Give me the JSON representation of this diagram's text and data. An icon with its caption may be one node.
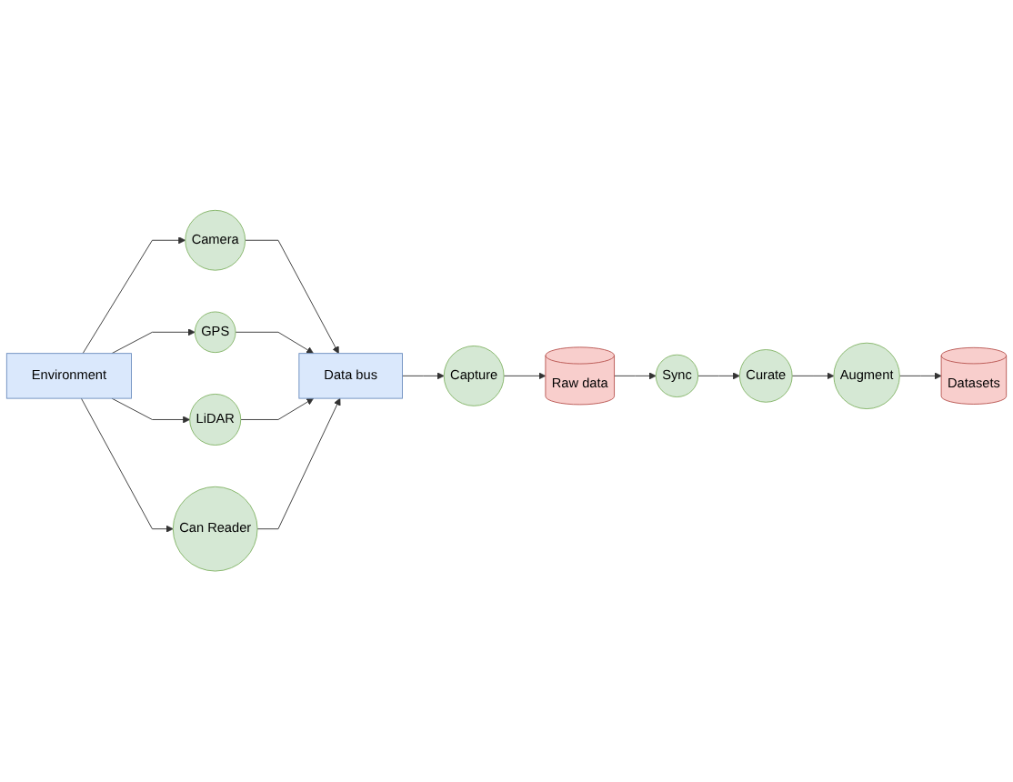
{
  "diagram": {
    "nodes": [
      {
        "text": [
          "Environment"
        ]
      },
      {
        "text": [
          "Camera"
        ]
      },
      {
        "text": [
          "GPS"
        ]
      },
      {
        "text": [
          "LiDAR"
        ]
      },
      {
        "text": [
          "Can Reader"
        ]
      },
      {
        "text": [
          "Data bus"
        ]
      },
      {
        "text": [
          "Capture"
        ]
      },
      {
        "text": [
          "Raw data"
        ]
      },
      {
        "text": [
          "Sync"
        ]
      },
      {
        "text": [
          "Curate"
        ]
      },
      {
        "text": [
          "Augment"
        ]
      },
      {
        "text": [
          "Datasets"
        ]
      }
    ],
    "edges": [
      {
        "from": 0,
        "to": 1,
        "arrow": "to"
      },
      {
        "from": 0,
        "to": 2,
        "arrow": "to"
      },
      {
        "from": 0,
        "to": 3,
        "arrow": "to"
      },
      {
        "from": 0,
        "to": 4,
        "arrow": "to"
      },
      {
        "from": 1,
        "to": 5,
        "arrow": "to"
      },
      {
        "from": 2,
        "to": 5,
        "arrow": "to"
      },
      {
        "from": 3,
        "to": 5,
        "arrow": "to"
      },
      {
        "from": 4,
        "to": 5,
        "arrow": "to"
      },
      {
        "from": 5,
        "to": 6,
        "arrow": "to"
      },
      {
        "from": 6,
        "to": 7,
        "arrow": "to"
      },
      {
        "from": 7,
        "to": 8,
        "arrow": "to"
      },
      {
        "from": 8,
        "to": 9,
        "arrow": "to"
      },
      {
        "from": 9,
        "to": 10,
        "arrow": "to"
      },
      {
        "from": 10,
        "to": 11,
        "arrow": "to"
      }
    ]
  }
}
